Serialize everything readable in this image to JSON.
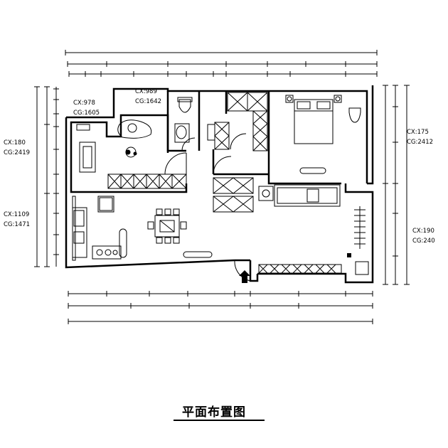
{
  "title": "平面布置图",
  "labels": {
    "top_left_cx": "CX:978",
    "top_left_cg": "CG:1605",
    "top_mid_cx": "CX:989",
    "top_mid_cg": "CG:1642",
    "left_upper_cx": "CX:180",
    "left_upper_cg": "CG:2419",
    "left_lower_cx": "CX:1109",
    "left_lower_cg": "CG:1471",
    "right_upper_cx": "CX:175",
    "right_upper_cg": "CG:2412",
    "right_lower_cx": "CX:190",
    "right_lower_cg": "CG:240"
  }
}
